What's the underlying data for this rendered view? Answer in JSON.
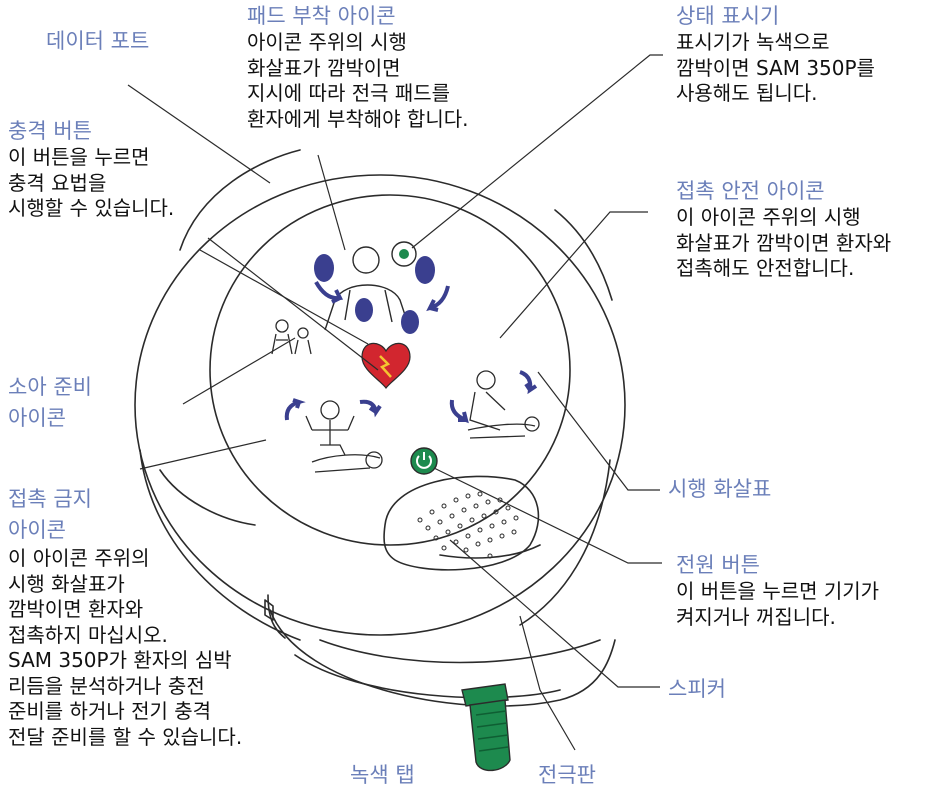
{
  "colors": {
    "title_blue": "#6b7fb9",
    "body_text": "#111111",
    "outline": "#2b2b2b",
    "green": "#1d8a4e",
    "heart_red": "#d2262f",
    "arrow_navy": "#3a3f8f"
  },
  "labels": {
    "data_port": {
      "title": "데이터 포트",
      "desc": ""
    },
    "pad_icon": {
      "title": "패드 부착 아이콘",
      "desc": "아이콘 주위의 시행\n화살표가 깜박이면\n지시에 따라 전극 패드를\n환자에게 부착해야 합니다."
    },
    "status": {
      "title": "상태 표시기",
      "desc": "표시기가 녹색으로\n깜박이면 SAM 350P를\n사용해도 됩니다."
    },
    "shock_button": {
      "title": "충격 버튼",
      "desc": "이 버튼을 누르면\n충격 요법을\n시행할 수 있습니다."
    },
    "safe_icon": {
      "title": "접촉 안전 아이콘",
      "desc": "이 아이콘 주위의 시행\n화살표가 깜박이면 환자와\n접촉해도 안전합니다."
    },
    "pediatric": {
      "title": "소아 준비\n아이콘",
      "desc": ""
    },
    "prompt_arrow": {
      "title": "시행 화살표",
      "desc": ""
    },
    "no_touch": {
      "title": "접촉 금지\n아이콘",
      "desc": "이 아이콘 주위의\n시행 화살표가\n깜박이면 환자와\n접촉하지 마십시오.\nSAM 350P가 환자의 심박\n리듬을 분석하거나 충전\n준비를 하거나 전기 충격\n전달 준비를 할 수 있습니다."
    },
    "power_button": {
      "title": "전원 버튼",
      "desc": "이 버튼을 누르면 기기가\n켜지거나 꺼집니다."
    },
    "speaker": {
      "title": "스피커",
      "desc": ""
    },
    "green_tab": {
      "title": "녹색 탭",
      "desc": ""
    },
    "electrode_plate": {
      "title": "전극판",
      "desc": ""
    }
  },
  "icons": {
    "device": "aed-device-outline",
    "heart": "shock-heart-icon",
    "power": "power-icon",
    "status": "status-indicator-icon"
  }
}
